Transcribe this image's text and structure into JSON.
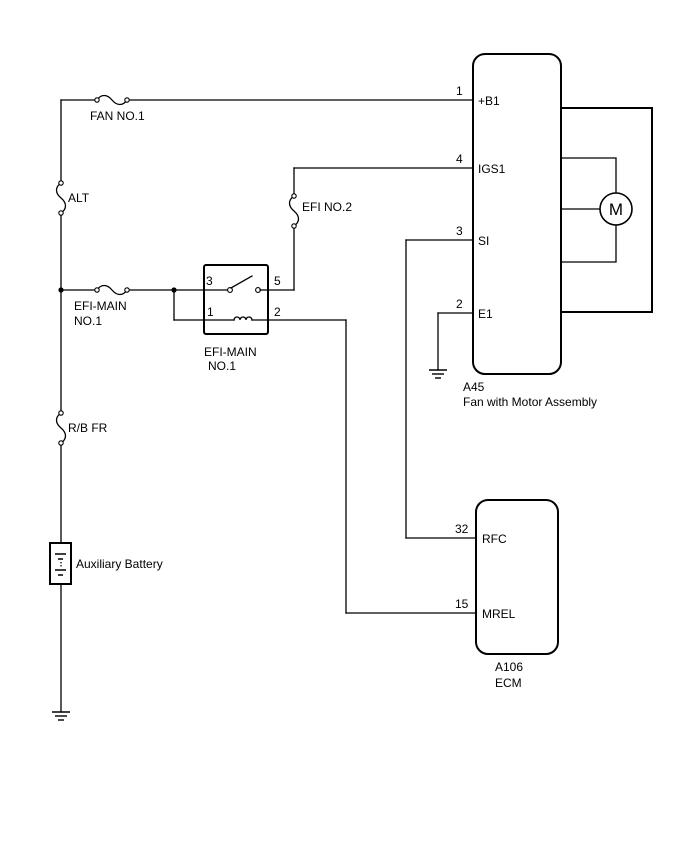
{
  "fuses": {
    "fan_no1": "FAN NO.1",
    "alt": "ALT",
    "efi_no2": "EFI NO.2",
    "efi_main_line1": "EFI-MAIN",
    "efi_main_line2": "NO.1",
    "rb_fr": "R/B FR"
  },
  "relay": {
    "name_line1": "EFI-MAIN",
    "name_line2": "NO.1",
    "pins": {
      "p3": "3",
      "p5": "5",
      "p1": "1",
      "p2": "2"
    }
  },
  "battery": {
    "label": "Auxiliary Battery"
  },
  "fan_assembly": {
    "code": "A45",
    "name": "Fan with Motor Assembly",
    "motor_symbol": "M",
    "terminals": [
      {
        "pin": "1",
        "name": "+B1"
      },
      {
        "pin": "4",
        "name": "IGS1"
      },
      {
        "pin": "3",
        "name": "SI"
      },
      {
        "pin": "2",
        "name": "E1"
      }
    ]
  },
  "ecm": {
    "code": "A106",
    "name": "ECM",
    "terminals": [
      {
        "pin": "32",
        "name": "RFC"
      },
      {
        "pin": "15",
        "name": "MREL"
      }
    ]
  }
}
